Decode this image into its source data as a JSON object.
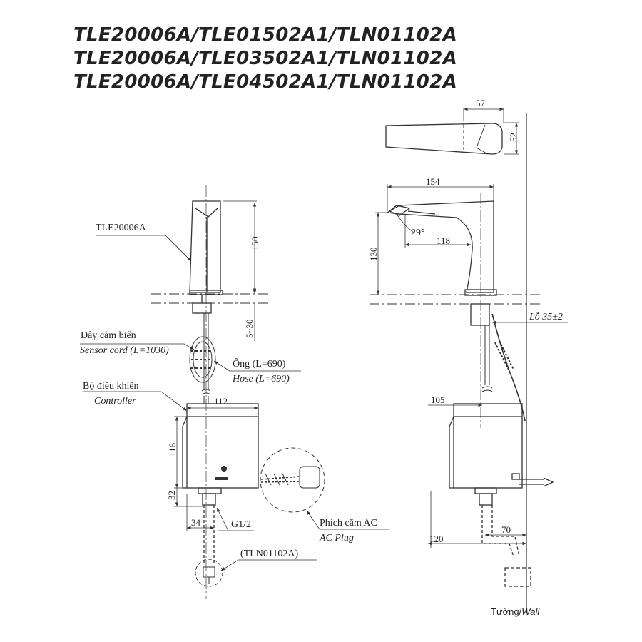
{
  "titles": [
    "TLE20006A/TLE01502A1/TLN01102A",
    "TLE20006A/TLE03502A1/TLN01102A",
    "TLE20006A/TLE04502A1/TLN01102A"
  ],
  "labels": {
    "faucet_model": "TLE20006A",
    "sensor_cord_vi": "Dây cảm biến",
    "sensor_cord_en": "Sensor cord (L=1030)",
    "hose_vi": "Ống (L=690)",
    "hose_en": "Hose (L=690)",
    "controller_vi": "Bộ điều khiển",
    "controller_en": "Controller",
    "thread": "G1/2",
    "ac_plug_vi": "Phích cắm AC",
    "ac_plug_en": "AC Plug",
    "valve_model": "(TLN01102A)",
    "hole": "Lỗ 35±2",
    "wall_vi": "Tường/",
    "wall_en": "Wall",
    "angle": "29°"
  },
  "dimensions": {
    "spout_height": "150",
    "deck_thickness": "5~30",
    "controller_width": "112",
    "controller_height": "116",
    "fitting_height": "32",
    "fitting_offset": "34",
    "top_width": "57",
    "top_depth": "52",
    "side_reach": "154",
    "side_outlet": "118",
    "side_height": "130",
    "side_ctrl_depth": "105",
    "wall_offset": "120",
    "wall_gap": "70"
  }
}
